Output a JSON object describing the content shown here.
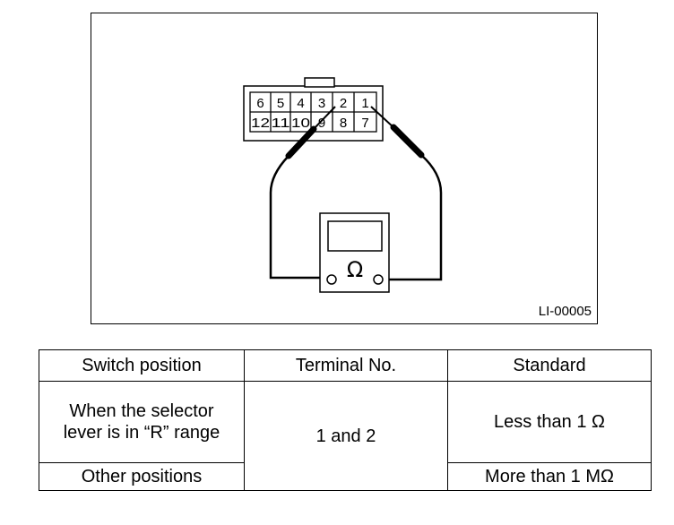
{
  "figure": {
    "code": "LI-00005",
    "connector_top_row": [
      "6",
      "5",
      "4",
      "3",
      "2",
      "1"
    ],
    "connector_bottom_row": [
      "12",
      "11",
      "10",
      "9",
      "8",
      "7"
    ],
    "meter_symbol": "Ω"
  },
  "table": {
    "headers": [
      "Switch position",
      "Terminal No.",
      "Standard"
    ],
    "rows": [
      {
        "position": "When the selector lever is in “R” range",
        "terminal": "1 and 2",
        "standard": "Less than 1 Ω"
      },
      {
        "position": "Other positions",
        "terminal": "",
        "standard": "More than 1 MΩ"
      }
    ]
  }
}
